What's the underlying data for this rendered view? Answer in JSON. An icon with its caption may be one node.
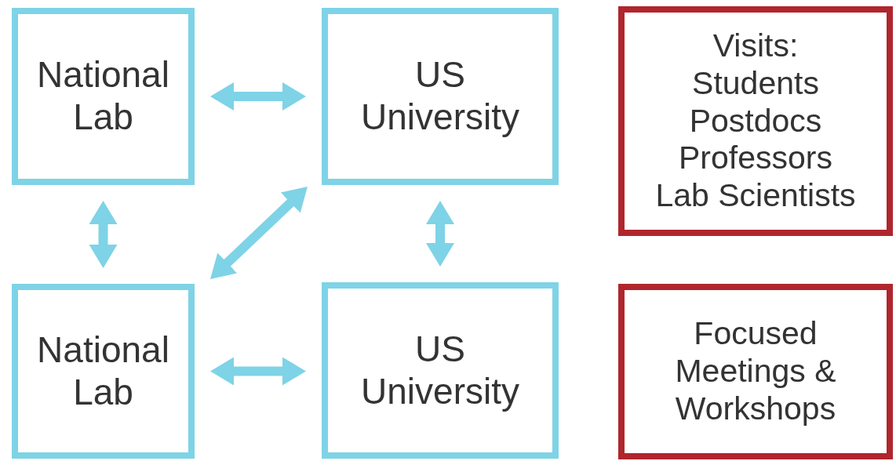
{
  "diagram": {
    "nodes": [
      {
        "text": [
          "National Lab"
        ]
      },
      {
        "text": [
          "US University"
        ]
      },
      {
        "text": [
          "National Lab"
        ]
      },
      {
        "text": [
          "US University"
        ]
      },
      {
        "text": [
          "Visits:",
          "Students",
          "Postdocs",
          "Professors",
          "Lab Scientists"
        ]
      },
      {
        "text": [
          "Focused Meetings & Workshops"
        ]
      }
    ],
    "edges": [
      {
        "from": 0,
        "to": 1,
        "arrow": "both"
      },
      {
        "from": 0,
        "to": 2,
        "arrow": "both"
      },
      {
        "from": 2,
        "to": 1,
        "arrow": "both"
      },
      {
        "from": 1,
        "to": 3,
        "arrow": "both"
      },
      {
        "from": 2,
        "to": 3,
        "arrow": "both"
      }
    ]
  }
}
